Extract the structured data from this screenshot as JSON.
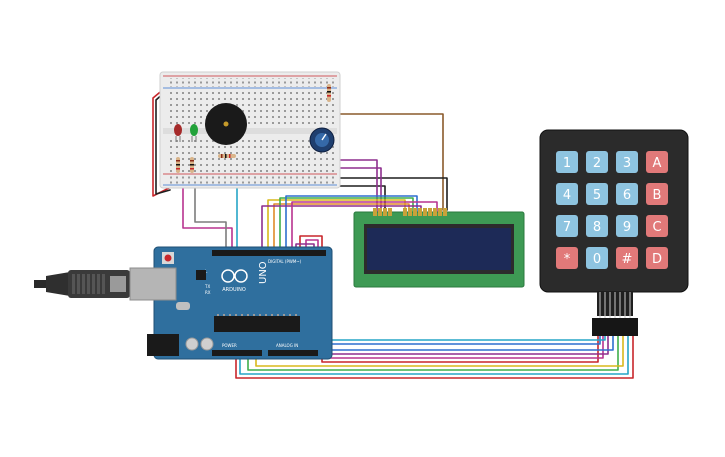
{
  "canvas": {
    "background": "#ffffff"
  },
  "arduino": {
    "logo_text": "ARDUINO",
    "model": "UNO",
    "digital_label": "DIGITAL (PWM~)",
    "power_label": "POWER",
    "analog_label": "ANALOG IN",
    "tx_label": "TX",
    "rx_label": "RX",
    "led_label": "L",
    "board_color": "#2f6f9e"
  },
  "keypad": {
    "keys": [
      [
        "1",
        "2",
        "3",
        "A"
      ],
      [
        "4",
        "5",
        "6",
        "B"
      ],
      [
        "7",
        "8",
        "9",
        "C"
      ],
      [
        "*",
        "0",
        "#",
        "D"
      ]
    ],
    "number_key_color": "#8ec4e0",
    "letter_key_color": "#e17979",
    "body_color": "#2b2b2b"
  },
  "lcd": {
    "board_color": "#3e9a54",
    "screen_color": "#1d2a57",
    "pin_count": 16
  },
  "breadboard": {
    "color": "#ececec"
  },
  "wire_colors": {
    "red": "#c8262b",
    "black": "#1f1f1f",
    "brown": "#8a5a2b",
    "purple": "#8e2f8e",
    "magenta": "#b8338f",
    "blue": "#2f6fcf",
    "cyan": "#26a5c7",
    "green": "#3fae4a",
    "yellow": "#d8b81c",
    "orange": "#e08a2a",
    "grey": "#7d7d7d"
  }
}
